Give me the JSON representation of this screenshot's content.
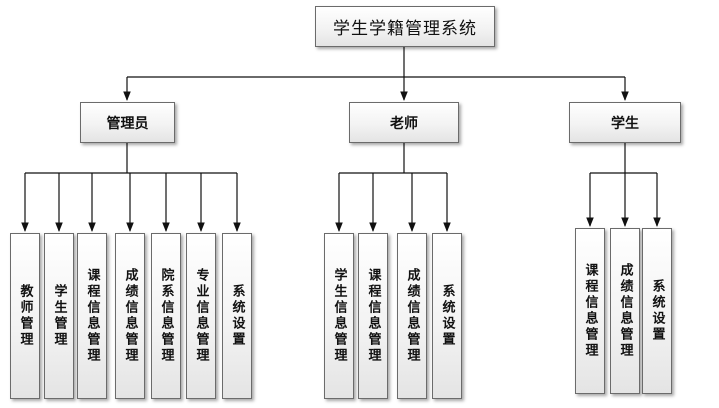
{
  "root": {
    "label": "学生学籍管理系统"
  },
  "roles": [
    {
      "label": "管理员",
      "children": [
        "教师管理",
        "学生管理",
        "课程信息管理",
        "成绩信息管理",
        "院系信息管理",
        "专业信息管理",
        "系统设置"
      ]
    },
    {
      "label": "老师",
      "children": [
        "学生信息管理",
        "课程信息管理",
        "成绩信息管理",
        "系统设置"
      ]
    },
    {
      "label": "学生",
      "children": [
        "课程信息管理",
        "成绩信息管理",
        "系统设置"
      ]
    }
  ]
}
